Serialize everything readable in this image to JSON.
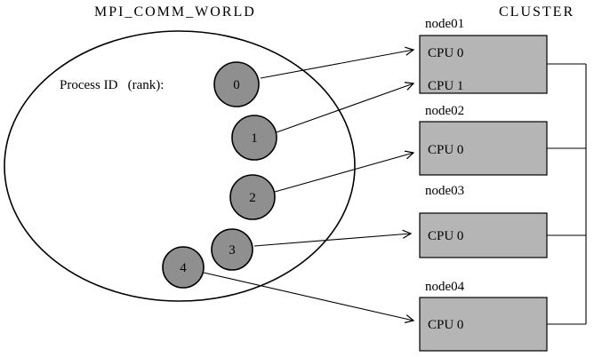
{
  "diagram": {
    "title": "MPI_COMM_WORLD",
    "cluster_label": "CLUSTER",
    "process_label": "Process ID   (rank):",
    "ranks": [
      "0",
      "1",
      "2",
      "3",
      "4"
    ],
    "nodes": [
      {
        "name": "node01",
        "cpus": [
          "CPU 0",
          "CPU 1"
        ]
      },
      {
        "name": "node02",
        "cpus": [
          "CPU 0"
        ]
      },
      {
        "name": "node03",
        "cpus": [
          "CPU 0"
        ]
      },
      {
        "name": "node04",
        "cpus": [
          "CPU 0"
        ]
      }
    ],
    "colors": {
      "rank_fill": "#8f8f8f",
      "node_fill": "#b5b5b5",
      "stroke": "#000000"
    }
  }
}
